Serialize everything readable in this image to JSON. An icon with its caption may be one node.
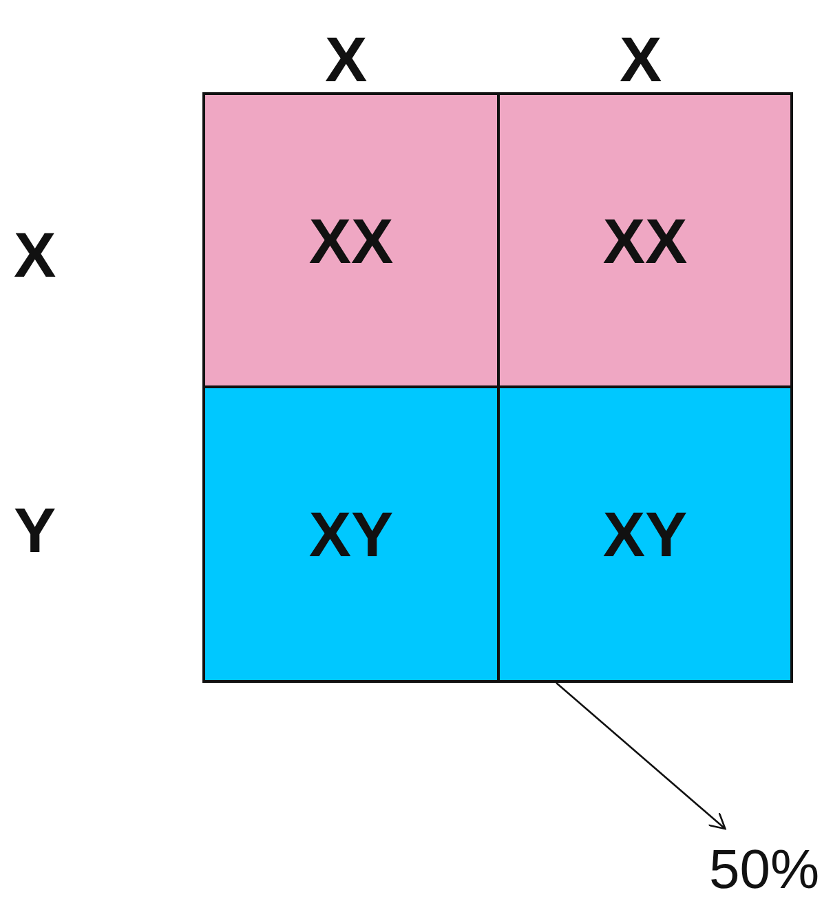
{
  "diagram": {
    "nodes": [
      {
        "text": [
          "XX"
        ]
      },
      {
        "text": [
          "XX"
        ]
      },
      {
        "text": [
          "XY"
        ]
      },
      {
        "text": [
          "XY"
        ]
      },
      {
        "text": [
          "50%"
        ]
      }
    ],
    "edges": [
      {
        "from": 3,
        "to": 4,
        "arrow": "to"
      }
    ],
    "labels": [
      "X",
      "X",
      "X",
      "Y"
    ]
  }
}
